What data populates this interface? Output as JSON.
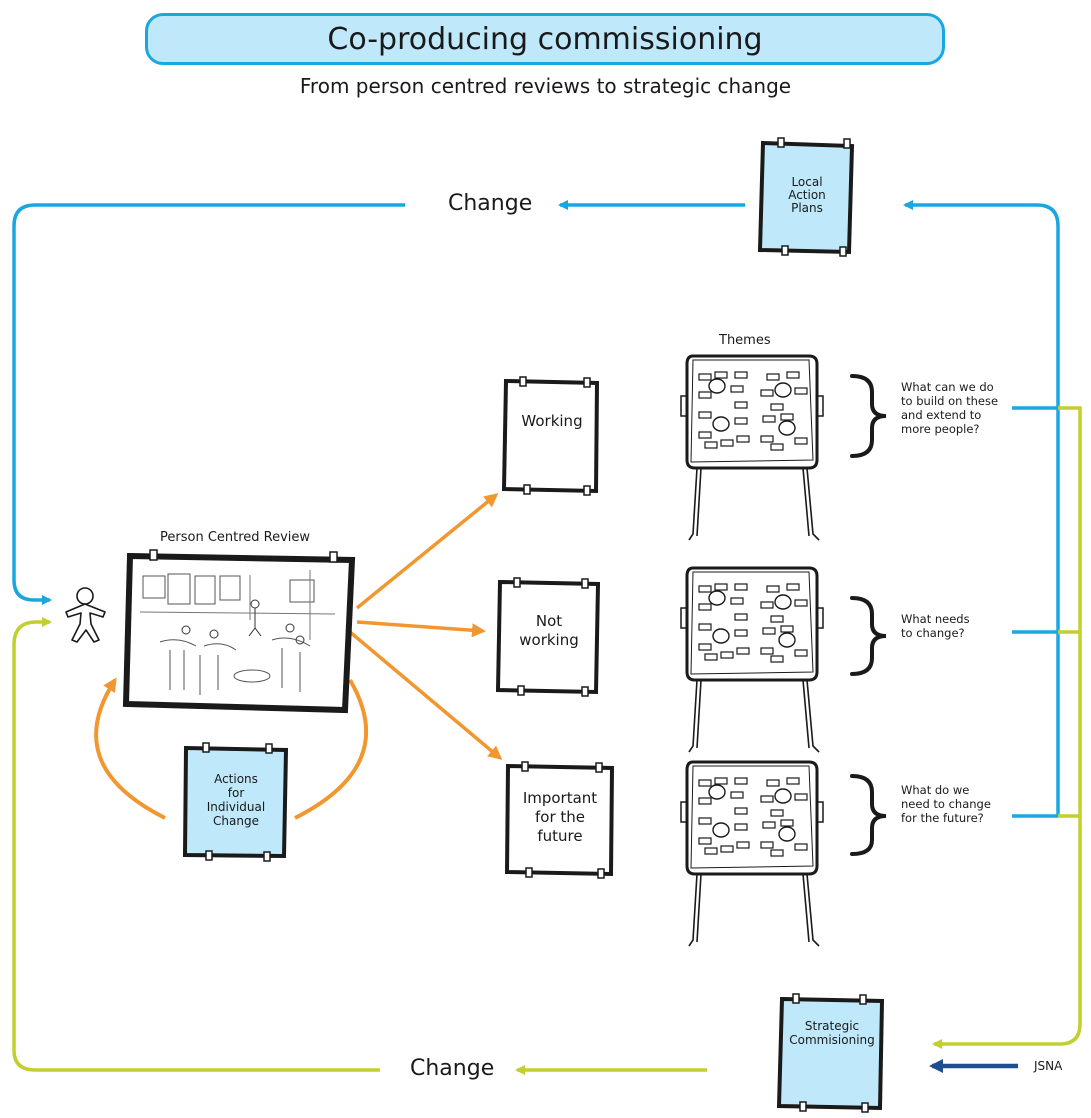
{
  "title": "Co-producing commissioning",
  "subtitle": "From person centred reviews to strategic change",
  "top_change": "Change",
  "bottom_change": "Change",
  "local_action_plans": [
    "Local",
    "Action",
    "Plans"
  ],
  "strategic_commissioning": [
    "Strategic",
    "Commisioning"
  ],
  "jsna": "JSNA",
  "person_centred_review": "Person Centred Review",
  "actions_individual": [
    "Actions",
    "for",
    "Individual",
    "Change"
  ],
  "working": "Working",
  "not_working": [
    "Not",
    "working"
  ],
  "important": [
    "Important",
    "for the",
    "future"
  ],
  "themes": "Themes",
  "question_1": [
    "What can we do",
    "to build on these",
    "and extend to",
    "more people?"
  ],
  "question_2": [
    "What needs",
    "to change?"
  ],
  "question_3": [
    "What do we",
    "need to change",
    "for the future?"
  ],
  "colors": {
    "blue": "#1aa7e1",
    "blue_fill": "#bfe9fb",
    "green": "#c3cf2f",
    "orange": "#f2962f",
    "navy": "#1d4f8f",
    "ink": "#1a1a1a"
  }
}
